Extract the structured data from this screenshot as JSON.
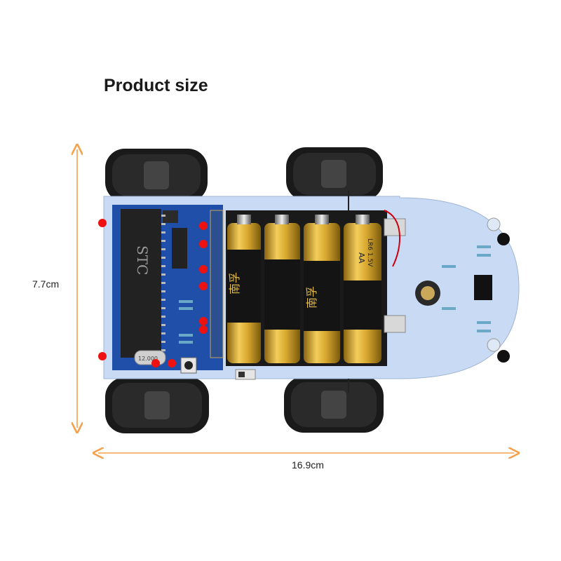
{
  "title": "Product size",
  "dimensions": {
    "height_label": "7.7cm",
    "width_label": "16.9cm"
  },
  "colors": {
    "arrow": "#f5a04a",
    "board_blue": "#1f4fa8",
    "chassis": "#c9daf4",
    "battery_gold": "#d9a930"
  },
  "chip_label": "STC",
  "crystal_label": "12.000",
  "battery_labels": [
    "南孚",
    "AA",
    "LR6 1.5V"
  ]
}
